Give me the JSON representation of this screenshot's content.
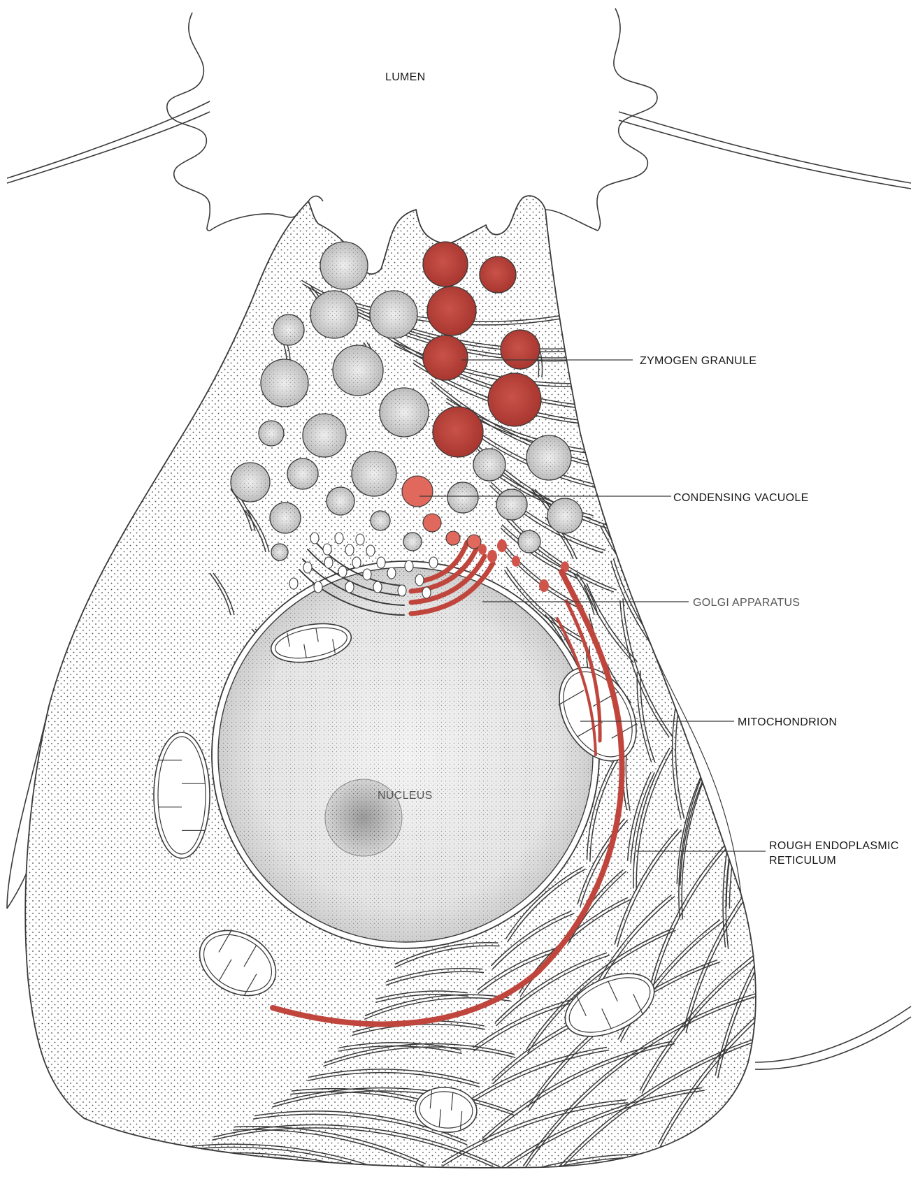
{
  "labels": {
    "lumen": "LUMEN",
    "zymogen_granule": "ZYMOGEN GRANULE",
    "condensing_vacuole": "CONDENSING VACUOLE",
    "golgi_apparatus": "GOLGI APPARATUS",
    "mitochondrion": "MITOCHONDRION",
    "nucleus": "NUCLEUS",
    "rough_er_line1": "ROUGH ENDOPLASMIC",
    "rough_er_line2": "RETICULUM"
  },
  "colors": {
    "outline": "#3a3a3a",
    "granule_red": "#c0463d",
    "vacuole_red": "#e0685c",
    "stipple": "#4a4a4a",
    "pale_granule": "#d8d8d8",
    "nucleus_fill": "#efefef"
  }
}
